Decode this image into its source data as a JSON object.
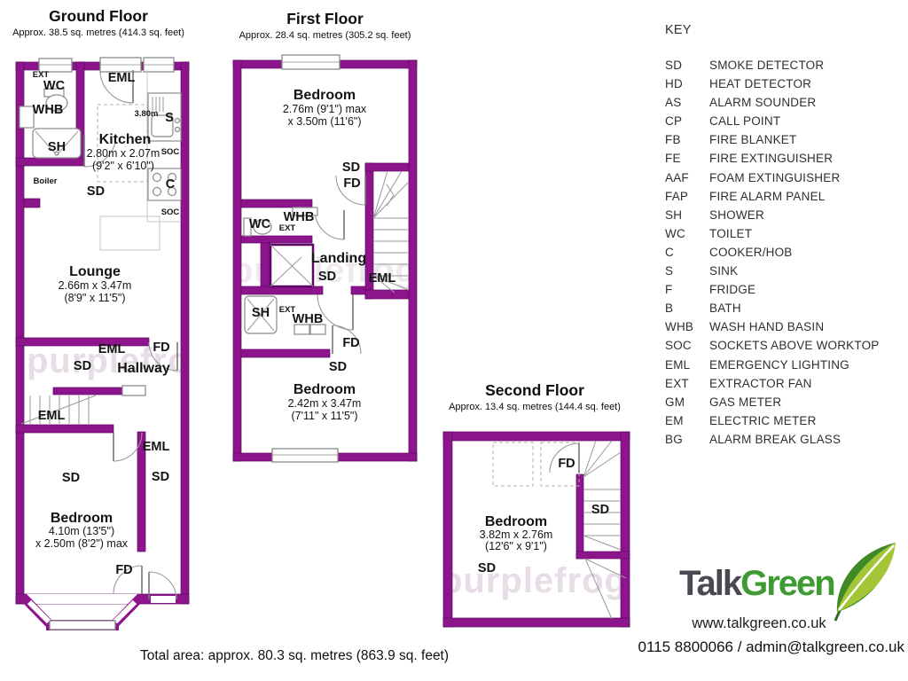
{
  "colors": {
    "wall": "#8C158C",
    "logo_gray": "#494952",
    "logo_green": "#3E9B31",
    "leaf_dark": "#3F8A26",
    "leaf_light": "#A4C636",
    "watermark": "#E6DDE6"
  },
  "watermark": "purplefrog",
  "floors": [
    {
      "title": "Ground Floor",
      "subtitle": "Approx. 38.5 sq. metres (414.3 sq. feet)",
      "rooms": {
        "kitchen": {
          "name": "Kitchen",
          "d1": "2.80m x 2.07m",
          "d2": "(9'2\" x 6'10\")"
        },
        "lounge": {
          "name": "Lounge",
          "d1": "2.66m x 3.47m",
          "d2": "(8'9\" x 11'5\")"
        },
        "hallway": {
          "name": "Hallway"
        },
        "bedroom": {
          "name": "Bedroom",
          "d1": "4.10m (13'5\")",
          "d2": "x 2.50m (8'2\") max"
        }
      },
      "tags": {
        "ext": "EXT",
        "wc": "WC",
        "whb": "WHB",
        "sh": "SH",
        "eml": "EML",
        "sd": "SD",
        "fd": "FD",
        "soc": "SOC",
        "s": "S",
        "c": "C",
        "boiler": "Boiler",
        "len": "3.80m"
      }
    },
    {
      "title": "First Floor",
      "subtitle": "Approx. 28.4 sq. metres (305.2 sq. feet)",
      "rooms": {
        "bedroom_top": {
          "name": "Bedroom",
          "d1": "2.76m (9'1\") max",
          "d2": "x 3.50m (11'6\")"
        },
        "landing": {
          "name": "Landing"
        },
        "bedroom_bottom": {
          "name": "Bedroom",
          "d1": "2.42m x 3.47m",
          "d2": "(7'11\" x 11'5\")"
        }
      },
      "tags": {
        "sd": "SD",
        "fd": "FD",
        "wc": "WC",
        "whb": "WHB",
        "ext": "EXT",
        "eml": "EML",
        "sh": "SH"
      }
    },
    {
      "title": "Second Floor",
      "subtitle": "Approx. 13.4 sq. metres (144.4 sq. feet)",
      "rooms": {
        "bedroom": {
          "name": "Bedroom",
          "d1": "3.82m x 2.76m",
          "d2": "(12'6\" x 9'1\")"
        }
      },
      "tags": {
        "fd": "FD",
        "sd": "SD"
      }
    }
  ],
  "key": {
    "title": "KEY",
    "entries": [
      {
        "abbr": "SD",
        "desc": "SMOKE DETECTOR"
      },
      {
        "abbr": "HD",
        "desc": "HEAT DETECTOR"
      },
      {
        "abbr": "AS",
        "desc": "ALARM SOUNDER"
      },
      {
        "abbr": "CP",
        "desc": "CALL POINT"
      },
      {
        "abbr": "FB",
        "desc": "FIRE BLANKET"
      },
      {
        "abbr": "FE",
        "desc": "FIRE EXTINGUISHER"
      },
      {
        "abbr": "AAF",
        "desc": "FOAM EXTINGUISHER"
      },
      {
        "abbr": "FAP",
        "desc": "FIRE ALARM PANEL"
      },
      {
        "abbr": "SH",
        "desc": "SHOWER"
      },
      {
        "abbr": "WC",
        "desc": "TOILET"
      },
      {
        "abbr": "C",
        "desc": "COOKER/HOB"
      },
      {
        "abbr": "S",
        "desc": "SINK"
      },
      {
        "abbr": "F",
        "desc": "FRIDGE"
      },
      {
        "abbr": "B",
        "desc": "BATH"
      },
      {
        "abbr": "WHB",
        "desc": "WASH HAND BASIN"
      },
      {
        "abbr": "SOC",
        "desc": "SOCKETS ABOVE WORKTOP"
      },
      {
        "abbr": "EML",
        "desc": "EMERGENCY LIGHTING"
      },
      {
        "abbr": "EXT",
        "desc": "EXTRACTOR FAN"
      },
      {
        "abbr": "GM",
        "desc": "GAS METER"
      },
      {
        "abbr": "EM",
        "desc": "ELECTRIC METER"
      },
      {
        "abbr": "BG",
        "desc": "ALARM BREAK GLASS"
      }
    ]
  },
  "footer": {
    "total_area": "Total area: approx. 80.3 sq. metres (863.9 sq. feet)"
  },
  "branding": {
    "talk": "Talk",
    "green": "Green",
    "website": "www.talkgreen.co.uk",
    "contact": "0115 8800066 / admin@talkgreen.co.uk"
  }
}
